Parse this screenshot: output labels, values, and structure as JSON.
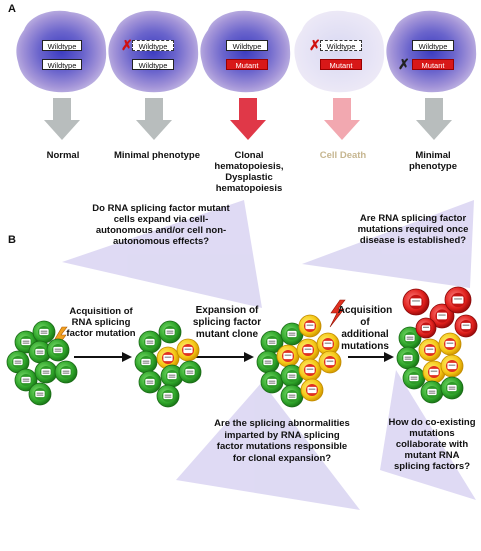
{
  "panels": {
    "a": "A",
    "b": "B"
  },
  "cell_labels": {
    "wildtype": "Wildtype",
    "mutant": "Mutant"
  },
  "outcomes": [
    {
      "text": "Normal"
    },
    {
      "text": "Minimal phenotype"
    },
    {
      "text": "Clonal hematopoiesis, Dysplastic hematopoiesis"
    },
    {
      "text": "Cell Death"
    },
    {
      "text": "Minimal phenotype"
    }
  ],
  "arrow_colors": [
    "#b8bdbd",
    "#b8bdbd",
    "#e03848",
    "#f2a8b0",
    "#b8bdbd"
  ],
  "steps": [
    {
      "text": "Acquisition of RNA splicing factor mutation"
    },
    {
      "text": "Expansion of splicing factor mutant clone"
    },
    {
      "text": "Acquisition of additional mutations"
    }
  ],
  "questions": [
    {
      "text": "Do RNA splicing factor mutant cells expand via cell-autonomous and/or cell non-autonomous effects?"
    },
    {
      "text": "Are RNA splicing factor mutations required once disease is established?"
    },
    {
      "text": "Are the splicing abnormalities imparted by RNA splicing factor mutations responsible for clonal expansion?"
    },
    {
      "text": "How do co-existing mutations collaborate with mutant RNA splicing factors?"
    }
  ]
}
